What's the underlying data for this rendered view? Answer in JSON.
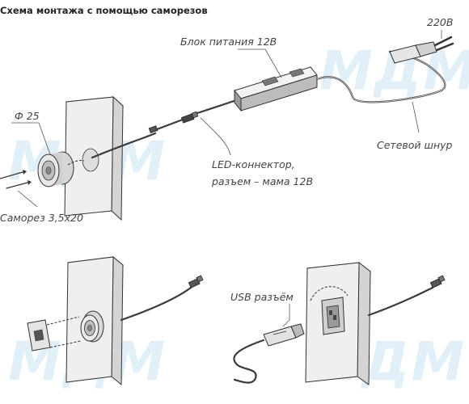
{
  "title": "Схема монтажа с помощью саморезов",
  "labels": {
    "voltage": "220В",
    "power_unit": "Блок питания 12В",
    "diameter": "Ф 25",
    "led_connector_line1": "LED-коннектор,",
    "led_connector_line2": "разъем – мама 12В",
    "mains_cord": "Сетевой шнур",
    "screw": "Саморез 3,5х20",
    "usb_connector": "USB разъём"
  },
  "watermark": "МДМ",
  "colors": {
    "ink": "#333333",
    "wall_face": "#efefef",
    "wall_side": "#d4d4d4",
    "watermark": "#d8ecf6"
  }
}
